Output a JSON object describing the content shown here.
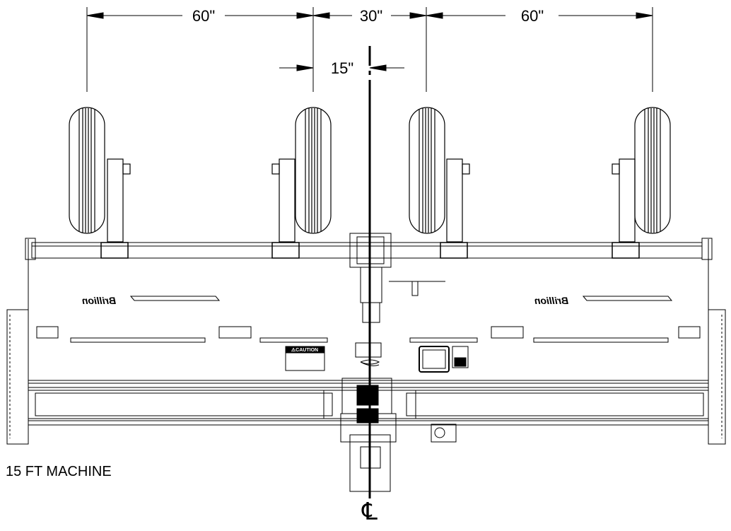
{
  "dimensions": {
    "outer_left": "60\"",
    "center": "30\"",
    "outer_right": "60\"",
    "half_center": "15\""
  },
  "labels": {
    "machine_size": "15 FT MACHINE",
    "centerline": "℄",
    "brand_logo": "Brillion",
    "caution_decal": "⚠CAUTION"
  },
  "colors": {
    "line": "#000000",
    "background": "#ffffff"
  }
}
